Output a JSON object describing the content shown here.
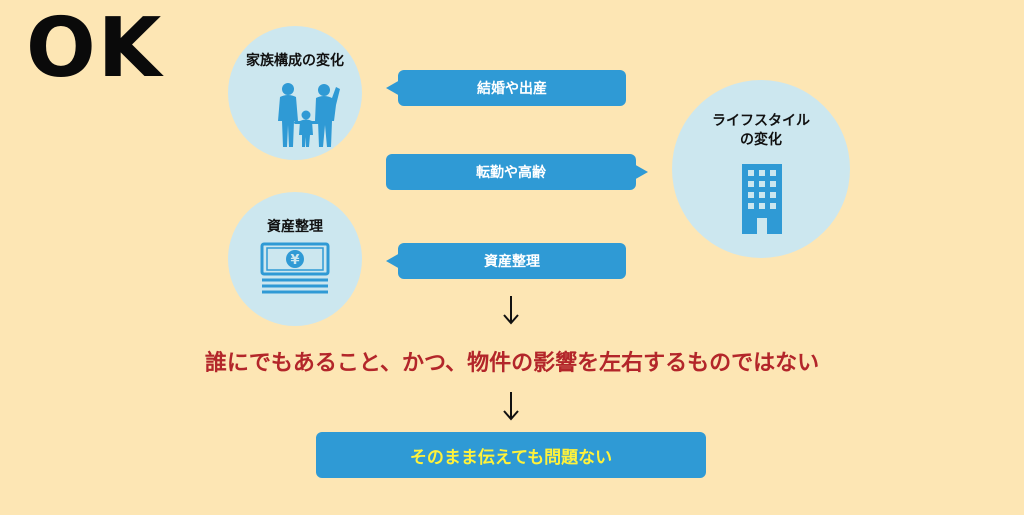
{
  "title": "OK",
  "circles": {
    "family": {
      "label": "家族構成の変化",
      "icon": "family-icon"
    },
    "assets": {
      "label": "資産整理",
      "icon": "yen-banknote-icon"
    },
    "lifestyle": {
      "label": "ライフスタイル\nの変化",
      "icon": "building-icon"
    }
  },
  "pills": {
    "marriage": "結婚や出産",
    "relocation": "転勤や高齢",
    "assets": "資産整理"
  },
  "statement": "誰にでもあること、かつ、物件の影響を左右するものではない",
  "result": "そのまま伝えても問題ない",
  "colors": {
    "background": "#fde6b4",
    "circle": "#cce7ef",
    "accent_blue": "#2f9ad5",
    "statement_red": "#b3262a",
    "result_yellow": "#fff23a"
  }
}
